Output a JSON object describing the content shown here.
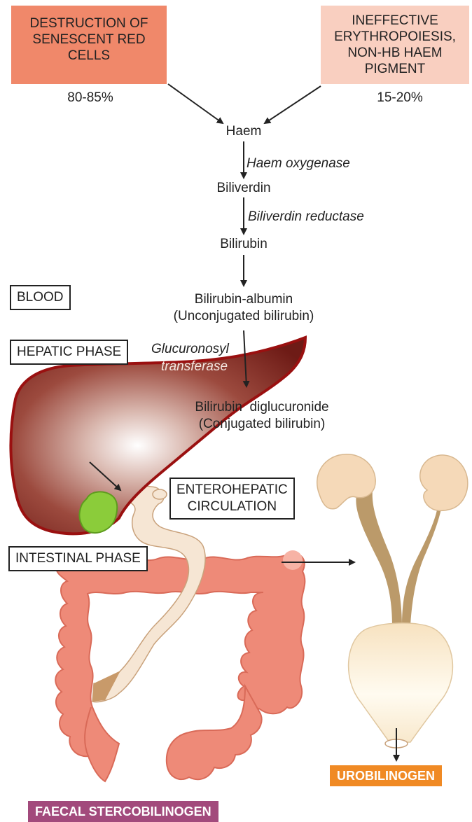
{
  "sources": {
    "left": {
      "text": "DESTRUCTION OF\nSENESCENT RED\nCELLS",
      "percent": "80-85%",
      "color": "#f0886a"
    },
    "right": {
      "text": "INEFFECTIVE\nERYTHROPOIESIS,\nNON-HB HAEM\nPIGMENT",
      "percent": "15-20%",
      "color": "#f9cfc0"
    }
  },
  "pathway": {
    "haem": "Haem",
    "haem_enzyme": "Haem oxygenase",
    "biliverdin": "Biliverdin",
    "biliverdin_enzyme": "Biliverdin reductase",
    "bilirubin": "Bilirubin",
    "bilirubin_albumin": "Bilirubin-albumin\n(Unconjugated bilirubin)",
    "conj_enzyme_1": "Glucuronosyl",
    "conj_enzyme_2": "transferase",
    "diglucuronide": "Bilirubin  diglucuronide\n(Conjugated bilirubin)"
  },
  "phases": {
    "blood": "BLOOD",
    "hepatic": "HEPATIC PHASE",
    "enterohepatic": "ENTEROHEPATIC\nCIRCULATION",
    "intestinal": "INTESTINAL PHASE"
  },
  "outputs": {
    "urobilinogen": "UROBILINOGEN",
    "urobilinogen_color": "#f08a24",
    "faecal": "FAECAL STERCOBILINOGEN",
    "faecal_color": "#a24a7c"
  },
  "colors": {
    "liver_dark": "#7a1e1e",
    "liver_light": "#ffffff",
    "liver_border": "#9a1010",
    "gallbladder": "#8bcc3a",
    "intestine": "#ee8a78",
    "intestine_light": "#f7b3a5",
    "duct": "#c89a6a",
    "kidney": "#f5d9b8",
    "ureter": "#bb9a6a",
    "bladder": "#fbf0d8"
  }
}
